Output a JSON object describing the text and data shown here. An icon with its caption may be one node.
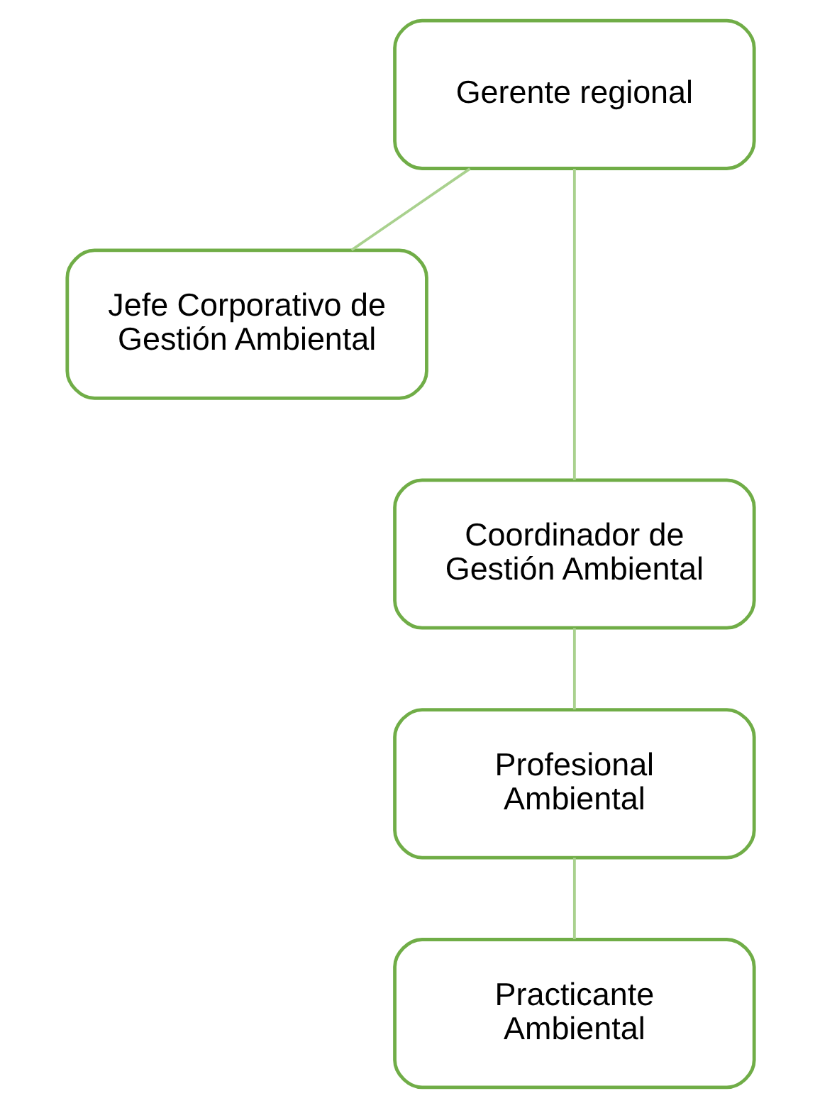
{
  "diagram": {
    "nodes": [
      {
        "text": [
          "Gerente regional"
        ]
      },
      {
        "text": [
          "Jefe Corporativo de Gestión Ambiental"
        ]
      },
      {
        "text": [
          "Coordinador de Gestión Ambiental"
        ]
      },
      {
        "text": [
          "Profesional Ambiental"
        ]
      },
      {
        "text": [
          "Practicante Ambiental"
        ]
      }
    ],
    "edges": [
      {
        "from": 0,
        "to": 1,
        "arrow": "none"
      },
      {
        "from": 0,
        "to": 2,
        "arrow": "none"
      },
      {
        "from": 2,
        "to": 3,
        "arrow": "none"
      },
      {
        "from": 3,
        "to": 4,
        "arrow": "none"
      }
    ]
  }
}
